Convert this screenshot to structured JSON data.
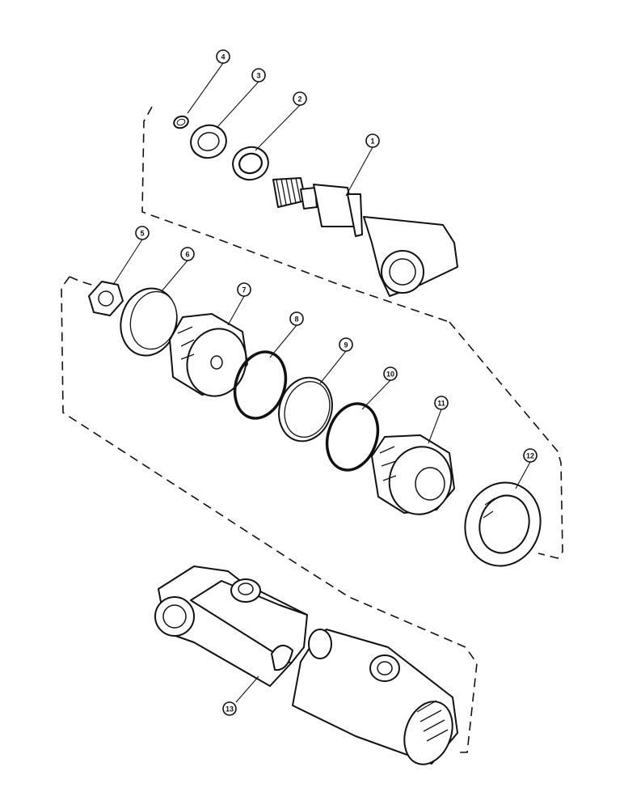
{
  "diagram": {
    "callouts": [
      {
        "id": "callout-1",
        "label": "1"
      },
      {
        "id": "callout-2",
        "label": "2"
      },
      {
        "id": "callout-3",
        "label": "3"
      },
      {
        "id": "callout-4",
        "label": "4"
      },
      {
        "id": "callout-5",
        "label": "5"
      },
      {
        "id": "callout-6",
        "label": "6"
      },
      {
        "id": "callout-7",
        "label": "7"
      },
      {
        "id": "callout-8",
        "label": "8"
      },
      {
        "id": "callout-9",
        "label": "9"
      },
      {
        "id": "callout-10",
        "label": "10"
      },
      {
        "id": "callout-11",
        "label": "11"
      },
      {
        "id": "callout-12",
        "label": "12"
      },
      {
        "id": "callout-13",
        "label": "13"
      }
    ]
  }
}
